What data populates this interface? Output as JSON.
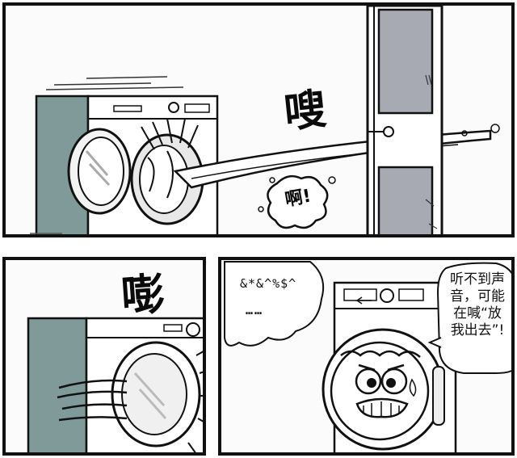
{
  "panel_top": {
    "sound_effect_whoosh": "嗖",
    "sound_effect_ah": "啊!"
  },
  "panel_bottom_left": {
    "sound_effect_bang": "嘭"
  },
  "panel_bottom_right": {
    "muffled_noise_line1": "&*&^%$^",
    "muffled_noise_line2": "……",
    "speech_lines": [
      "听不到声",
      "音，可能",
      "在喊“放",
      "我出去”!"
    ]
  },
  "colors": {
    "ink": "#111111",
    "machine_side_teal": "#7f9a99",
    "door_frame": "#a8aab3",
    "paper": "#fbfbfb"
  }
}
